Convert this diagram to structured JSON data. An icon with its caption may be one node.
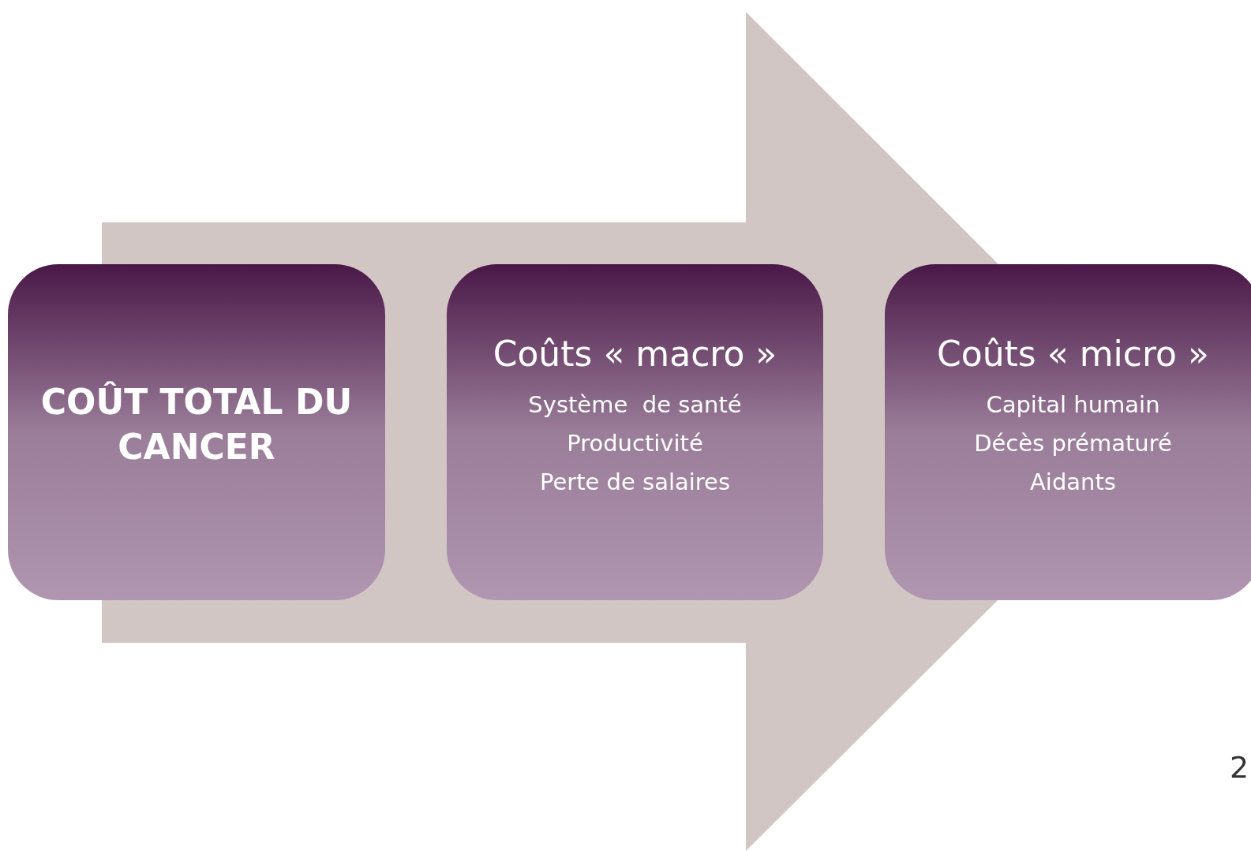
{
  "diagram": {
    "nodes": [
      {
        "text": [
          "COÛT TOTAL DU CANCER"
        ]
      },
      {
        "text": [
          "Coûts « macro »",
          "Système  de santé",
          "Productivité",
          "Perte de salaires"
        ]
      },
      {
        "text": [
          "Coûts « micro »",
          "Capital humain",
          "Décès prématuré",
          "Aidants"
        ]
      }
    ],
    "edges": [
      {
        "from": 0,
        "to": 2,
        "arrow": "to"
      }
    ],
    "labels": [
      "2"
    ]
  }
}
